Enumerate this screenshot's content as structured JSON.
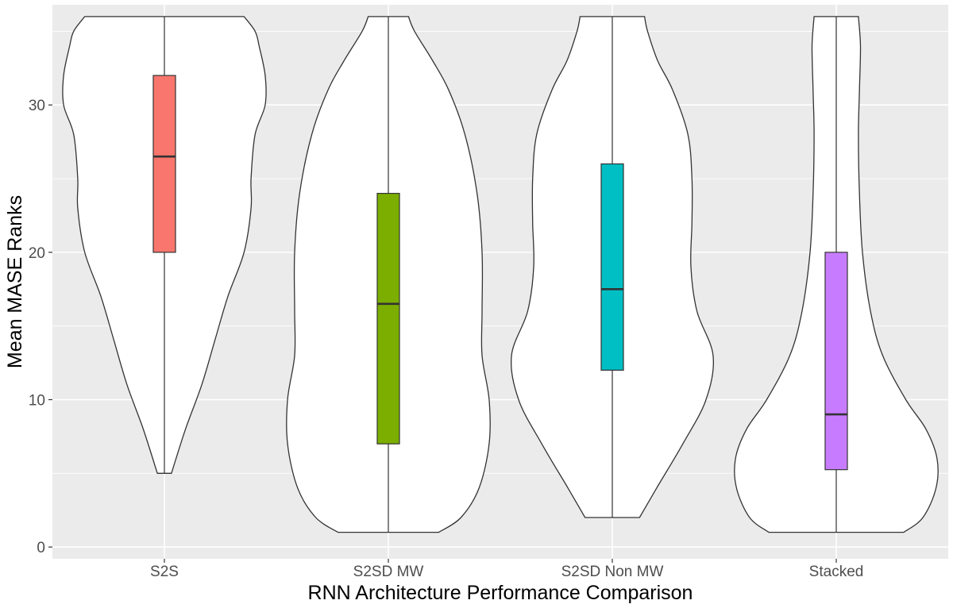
{
  "chart_data": {
    "type": "violin",
    "xlabel": "RNN Architecture Performance Comparison",
    "ylabel": "Mean MASE Ranks",
    "categories": [
      "S2S",
      "S2SD MW",
      "S2SD Non MW",
      "Stacked"
    ],
    "ylim": [
      -0.8,
      36.8
    ],
    "yticks": [
      0,
      10,
      20,
      30
    ],
    "grid": true,
    "legend": "none",
    "colors": {
      "panel_background": "#ebebeb",
      "gridline": "#ffffff",
      "violin_fill": "#ffffff",
      "outline": "#333333",
      "boxes": [
        "#f8766d",
        "#7cae00",
        "#00bfc4",
        "#c77cff"
      ]
    },
    "box_stats": [
      {
        "category": "S2S",
        "whisker_low": 5,
        "q1": 20,
        "median": 26.5,
        "q3": 32,
        "whisker_high": 36
      },
      {
        "category": "S2SD MW",
        "whisker_low": 1,
        "q1": 7,
        "median": 16.5,
        "q3": 24,
        "whisker_high": 36
      },
      {
        "category": "S2SD Non MW",
        "whisker_low": 2,
        "q1": 12,
        "median": 17.5,
        "q3": 26,
        "whisker_high": 36
      },
      {
        "category": "Stacked",
        "whisker_low": 1,
        "q1": 5.25,
        "median": 9,
        "q3": 20,
        "whisker_high": 36
      }
    ],
    "violin_density": [
      {
        "category": "S2S",
        "y": [
          5,
          8,
          11,
          14,
          17,
          20,
          23,
          25,
          28,
          30,
          32,
          34,
          35,
          36
        ],
        "relative_width": [
          0.07,
          0.21,
          0.37,
          0.5,
          0.63,
          0.79,
          0.86,
          0.86,
          0.9,
          1.0,
          1.0,
          0.94,
          0.9,
          0.79
        ]
      },
      {
        "category": "S2SD MW",
        "y": [
          1,
          2,
          4,
          7,
          10,
          13,
          16,
          20,
          24,
          28,
          31,
          33,
          35,
          36
        ],
        "relative_width": [
          0.5,
          0.72,
          0.9,
          1.0,
          1.0,
          0.93,
          0.93,
          0.93,
          0.88,
          0.76,
          0.6,
          0.44,
          0.26,
          0.2
        ]
      },
      {
        "category": "S2SD Non MW",
        "y": [
          2,
          4,
          7,
          10,
          13,
          16,
          19,
          22,
          25,
          28,
          31,
          33,
          35,
          36
        ],
        "relative_width": [
          0.27,
          0.44,
          0.7,
          0.93,
          1.0,
          0.84,
          0.78,
          0.79,
          0.79,
          0.75,
          0.6,
          0.45,
          0.35,
          0.32
        ]
      },
      {
        "category": "Stacked",
        "y": [
          1,
          2,
          4,
          6,
          8,
          10,
          13,
          16,
          20,
          24,
          28,
          31,
          34,
          36
        ],
        "relative_width": [
          0.67,
          0.86,
          0.99,
          1.0,
          0.89,
          0.69,
          0.46,
          0.34,
          0.26,
          0.23,
          0.22,
          0.23,
          0.24,
          0.22
        ]
      }
    ]
  }
}
